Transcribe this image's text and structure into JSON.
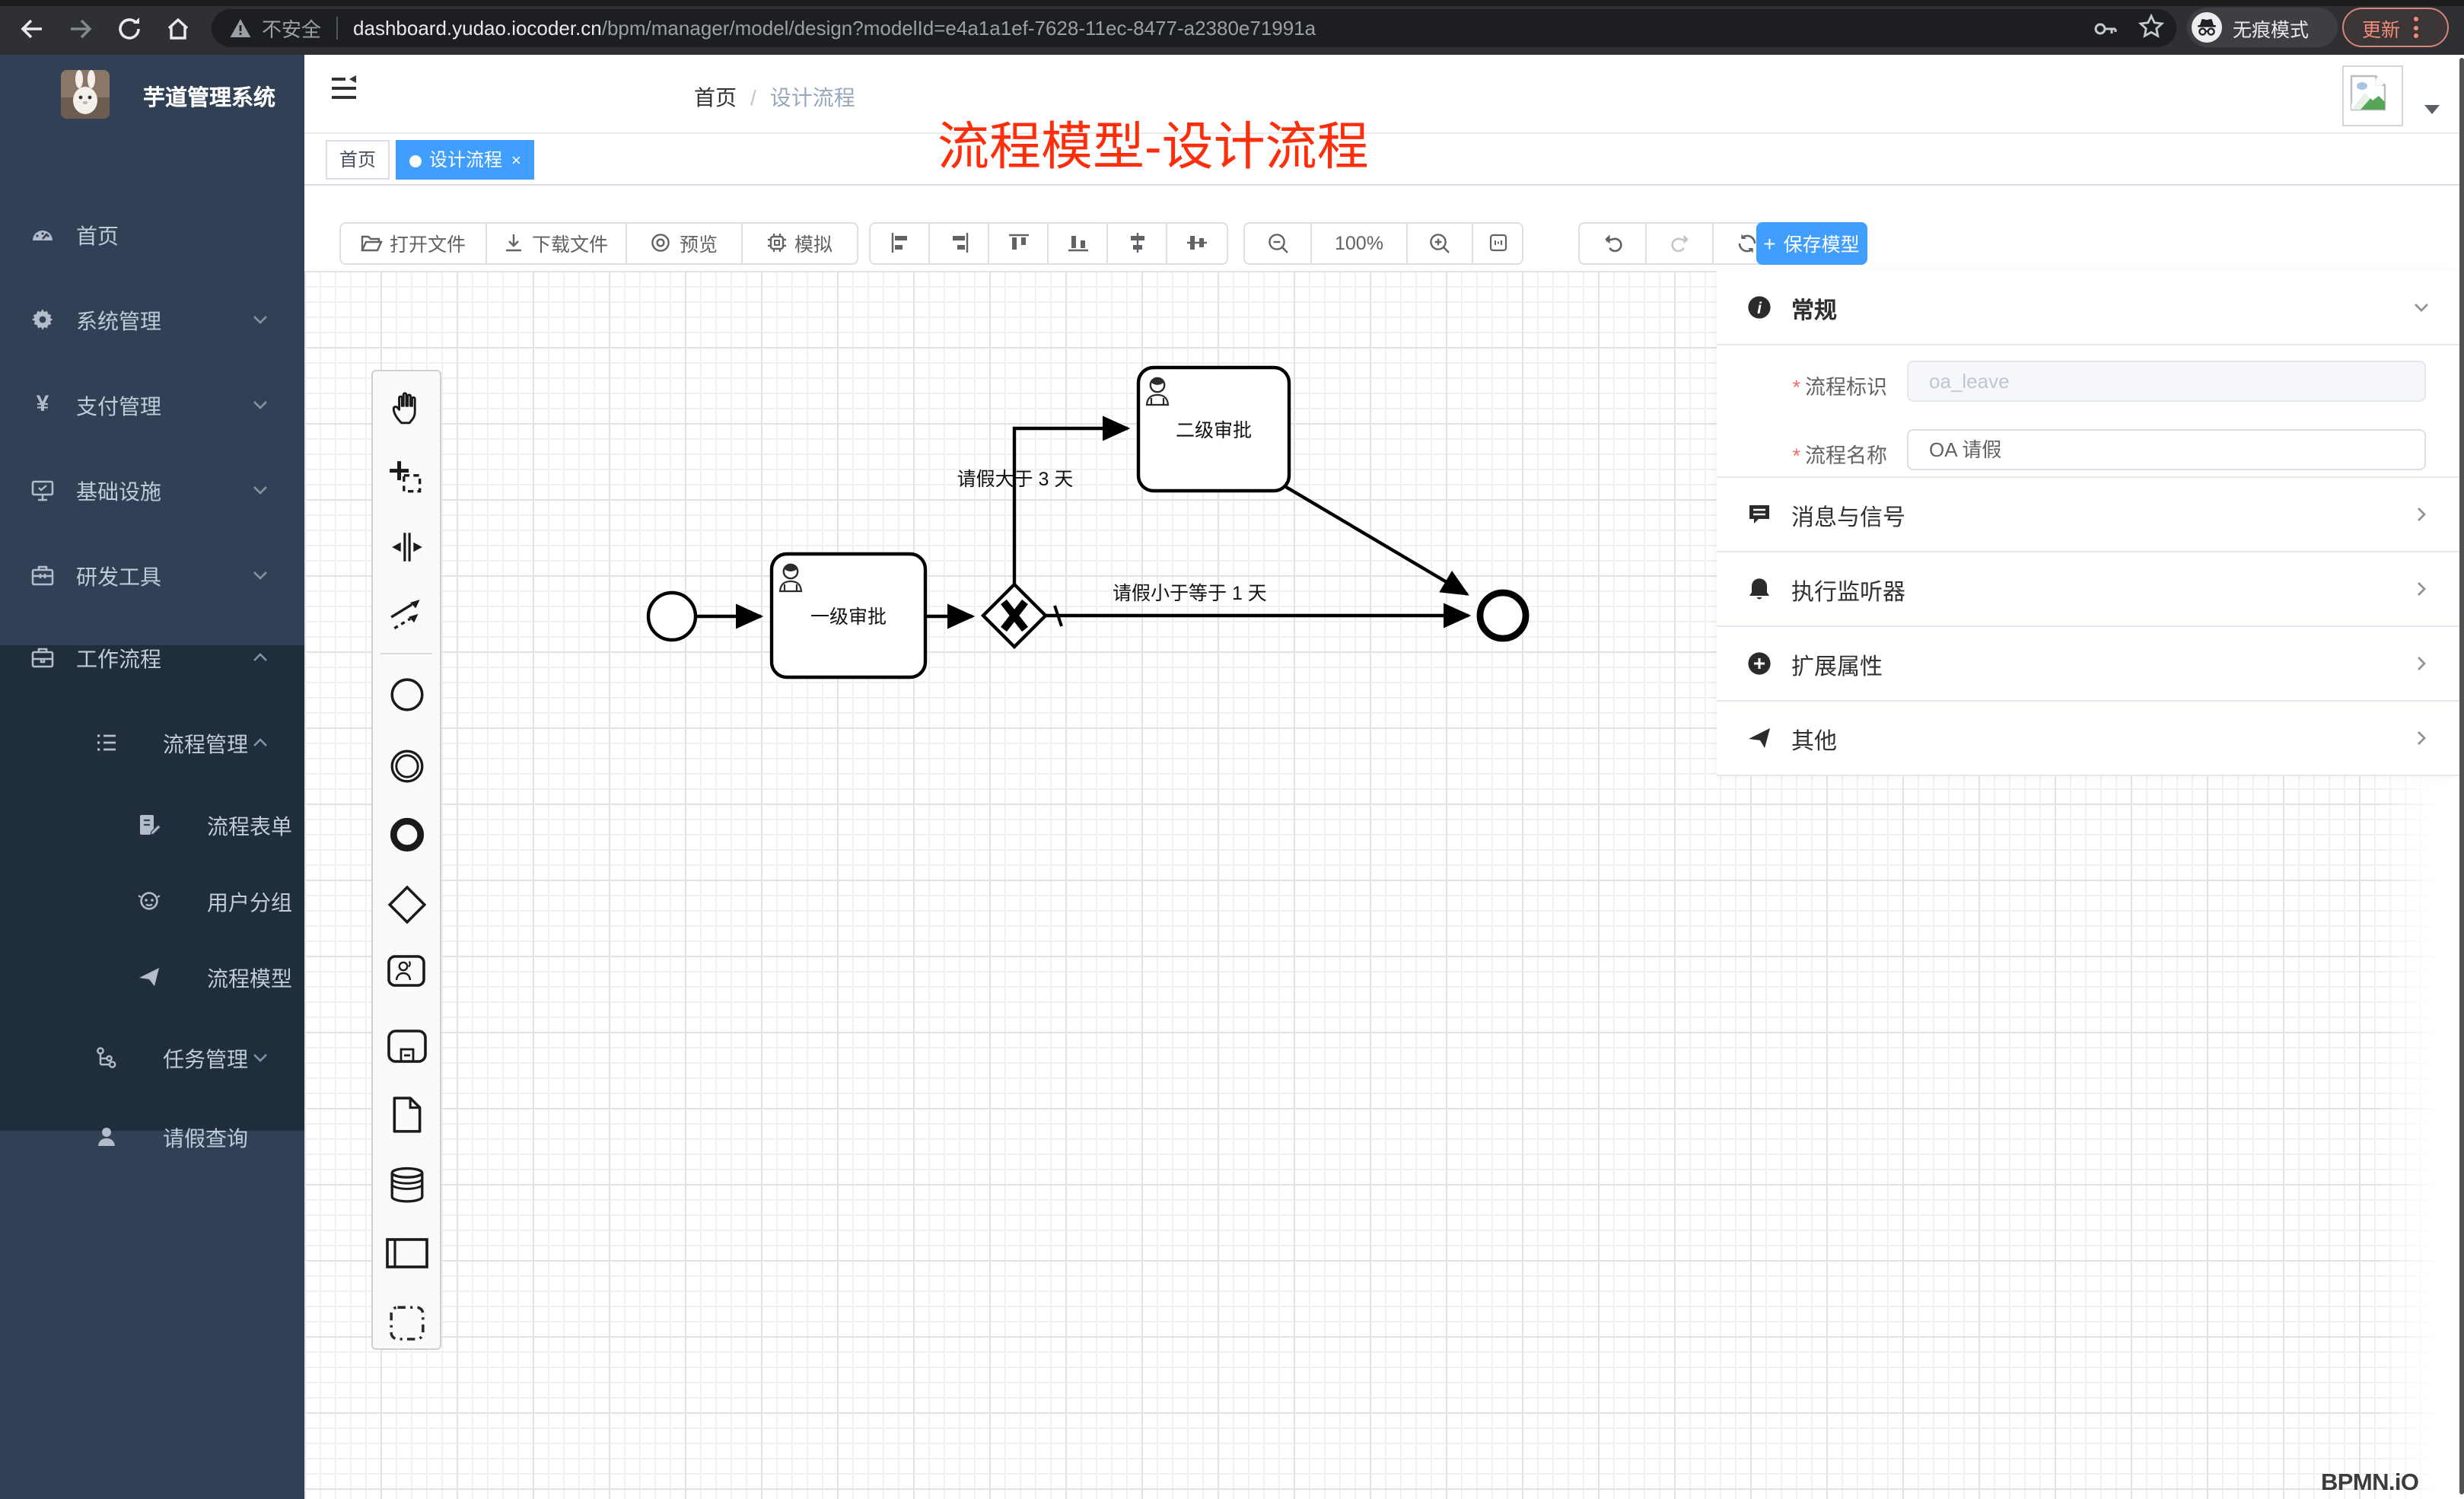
{
  "browser": {
    "security_label": "不安全",
    "url_domain": "dashboard.yudao.iocoder.cn",
    "url_path": "/bpm/manager/model/design?modelId=e4a1a1ef-7628-11ec-8477-a2380e71991a",
    "incognito_label": "无痕模式",
    "update_label": "更新"
  },
  "sidebar": {
    "title": "芋道管理系统",
    "items": [
      {
        "label": "首页",
        "icon": "dashboard-icon"
      },
      {
        "label": "系统管理",
        "icon": "gear-icon"
      },
      {
        "label": "支付管理",
        "icon": "yen-icon"
      },
      {
        "label": "基础设施",
        "icon": "monitor-icon"
      },
      {
        "label": "研发工具",
        "icon": "toolbox-icon"
      },
      {
        "label": "工作流程",
        "icon": "briefcase-icon"
      },
      {
        "label": "流程管理",
        "icon": "tree-list-icon"
      },
      {
        "label": "流程表单",
        "icon": "form-edit-icon"
      },
      {
        "label": "用户分组",
        "icon": "people-icon"
      },
      {
        "label": "流程模型",
        "icon": "paper-plane-icon"
      },
      {
        "label": "任务管理",
        "icon": "task-tree-icon"
      },
      {
        "label": "请假查询",
        "icon": "person-icon"
      }
    ]
  },
  "breadcrumb": {
    "home": "首页",
    "current": "设计流程"
  },
  "tabs": {
    "home": "首页",
    "active": "设计流程"
  },
  "annotation": "流程模型-设计流程",
  "toolbar": {
    "open": "打开文件",
    "download": "下载文件",
    "preview": "预览",
    "simulate": "模拟",
    "zoom_level": "100%",
    "save": "保存模型"
  },
  "palette": {
    "items": [
      "hand-tool-icon",
      "lasso-tool-icon",
      "space-tool-icon",
      "global-connect-icon",
      "start-event-icon",
      "intermediate-event-icon",
      "end-event-icon",
      "gateway-icon",
      "user-task-icon",
      "subprocess-icon",
      "data-object-icon",
      "data-store-icon",
      "participant-icon",
      "group-icon"
    ]
  },
  "diagram": {
    "task1": "一级审批",
    "task2": "二级审批",
    "flow_label_gt": "请假大于 3 天",
    "flow_label_lte": "请假小于等于 1 天"
  },
  "panel": {
    "general_title": "常规",
    "fields": [
      {
        "label": "流程标识",
        "placeholder": "oa_leave",
        "value": ""
      },
      {
        "label": "流程名称",
        "placeholder": "",
        "value": "OA 请假"
      }
    ],
    "sections": [
      "消息与信号",
      "执行监听器",
      "扩展属性",
      "其他"
    ]
  },
  "bpmn_logo": "BPMN.iO",
  "colors": {
    "accent": "#409eff",
    "sidebar_bg": "#304156",
    "sidebar_submenu_bg": "#1f2d3d",
    "annotation_red": "#fd2e0b",
    "update_pill": "#ef8d7c"
  }
}
